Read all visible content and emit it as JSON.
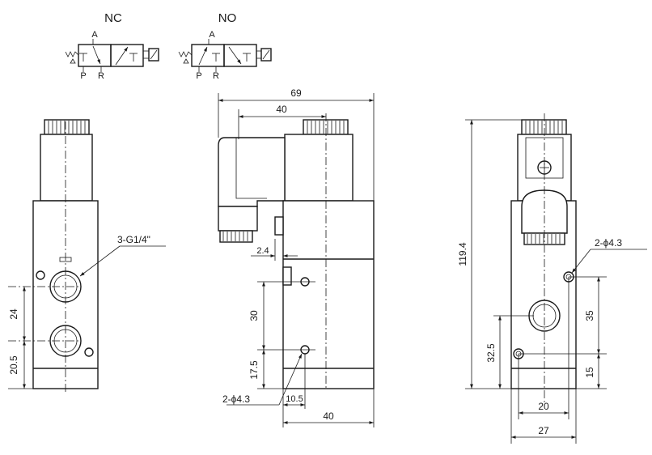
{
  "symbols": {
    "nc": {
      "title": "NC",
      "port_a": "A",
      "port_p": "P",
      "port_r": "R"
    },
    "no": {
      "title": "NO",
      "port_a": "A",
      "port_p": "P",
      "port_r": "R"
    }
  },
  "front_view": {
    "thread_label": "3-G1/4\"",
    "dim_port_spacing": "24",
    "dim_port_bottom": "20.5"
  },
  "side_view": {
    "dim_overall_width": "69",
    "dim_coil_offset": "40",
    "dim_step": "2.4",
    "dim_hole_spacing": "30",
    "dim_hole_bottom": "17.5",
    "hole_label": "2-ϕ4.3",
    "dim_hole_edge": "10.5",
    "dim_body_width": "40"
  },
  "rear_view": {
    "dim_overall_height": "119.4",
    "hole_label": "2-ϕ4.3",
    "dim_hole_spacing": "35",
    "dim_hole_bottom": "15",
    "dim_port_height": "32.5",
    "dim_hole_pitch": "20",
    "dim_body_width": "27"
  }
}
